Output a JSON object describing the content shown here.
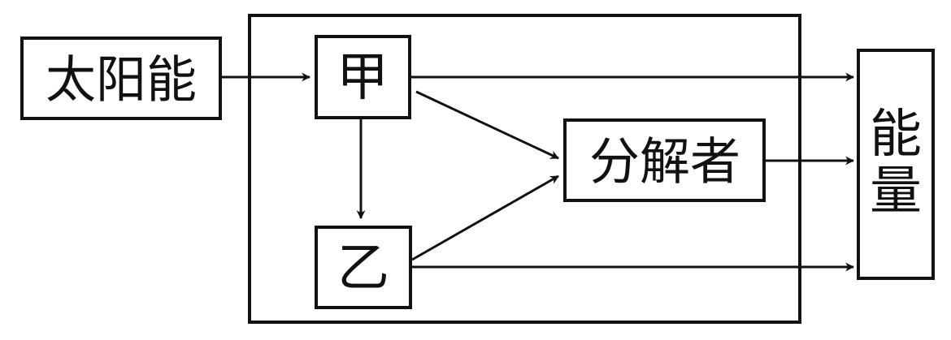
{
  "nodes": {
    "solar": {
      "label": "太阳能"
    },
    "jia": {
      "label": "甲"
    },
    "yi": {
      "label": "乙"
    },
    "decomposer": {
      "label": "分解者"
    },
    "energy": {
      "label_line1": "能",
      "label_line2": "量"
    }
  },
  "edges": [
    {
      "from": "solar",
      "to": "jia"
    },
    {
      "from": "jia",
      "to": "yi"
    },
    {
      "from": "jia",
      "to": "decomposer"
    },
    {
      "from": "yi",
      "to": "decomposer"
    },
    {
      "from": "jia",
      "to": "energy"
    },
    {
      "from": "decomposer",
      "to": "energy"
    },
    {
      "from": "yi",
      "to": "energy"
    }
  ],
  "colors": {
    "stroke": "#111111",
    "background": "#ffffff"
  }
}
